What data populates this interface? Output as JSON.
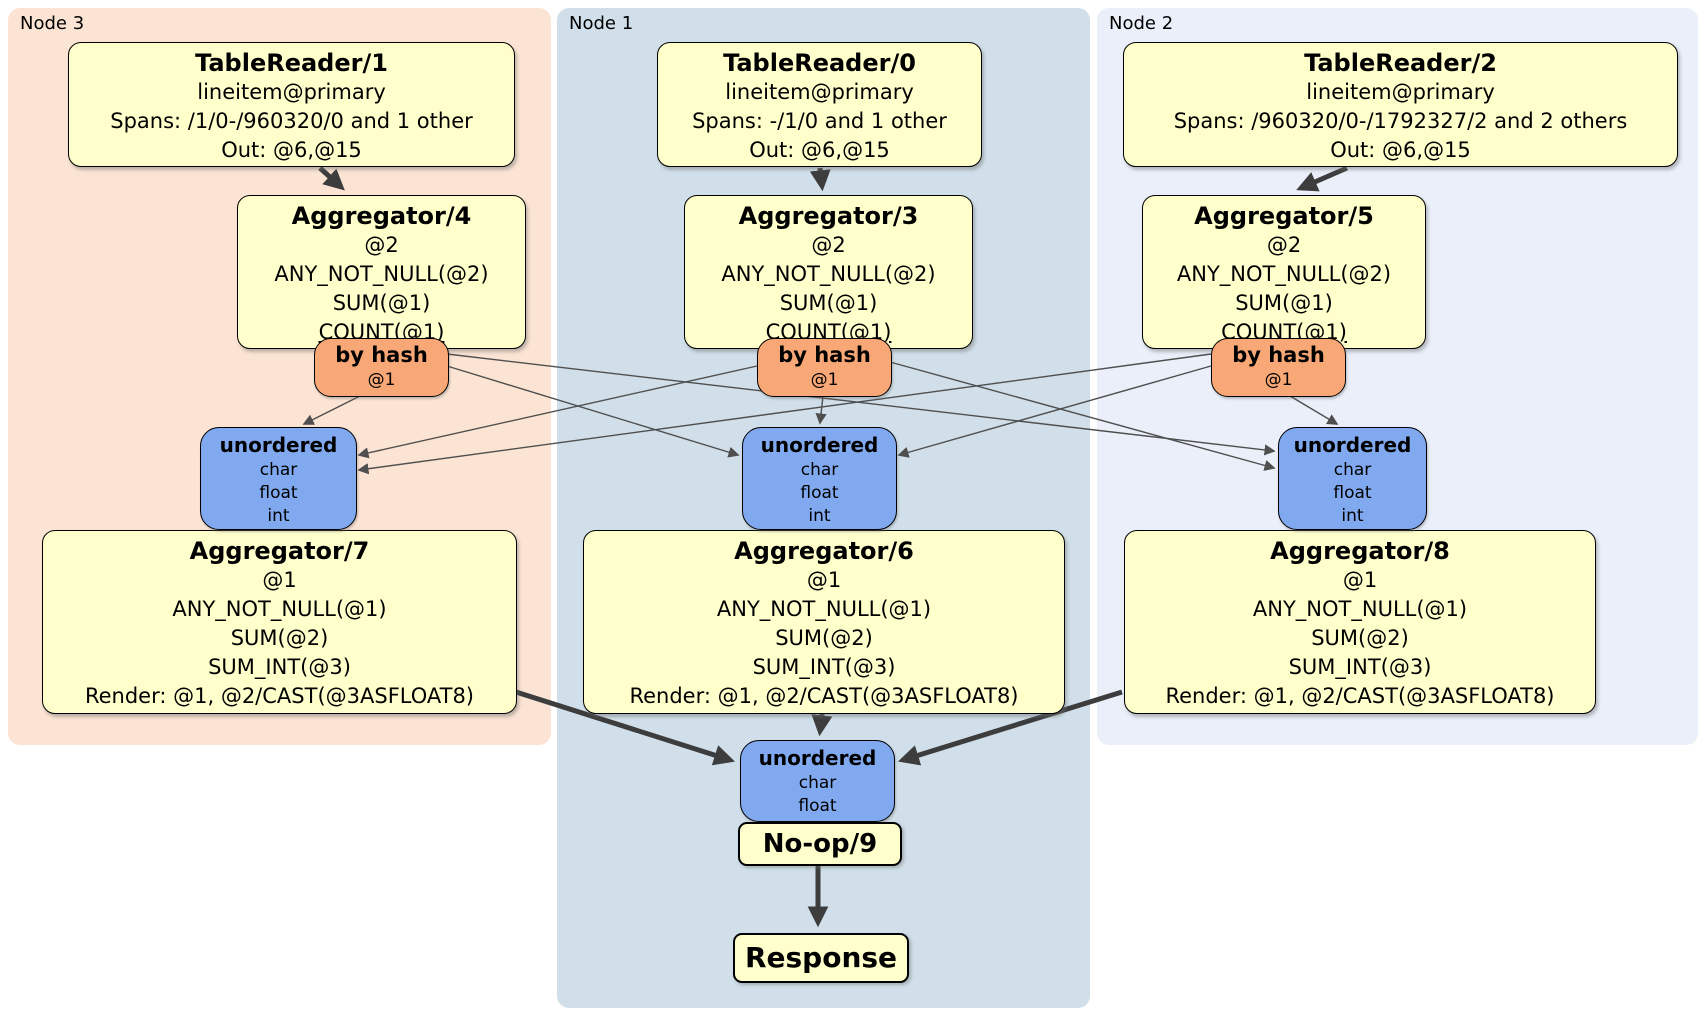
{
  "colors": {
    "page-bg": "#ffffff",
    "node3-bg": "#fce4d4",
    "node1-bg": "#d0dfe9",
    "node2-bg": "#eaeffa",
    "proc-bg": "#ffffcc",
    "hash-bg": "#f8a876",
    "sync-bg": "#80a9f0",
    "edge-thin": "#4f4f4f",
    "edge-thick": "#3d3d3d"
  },
  "panels": {
    "node3": {
      "label": "Node 3"
    },
    "node1": {
      "label": "Node 1"
    },
    "node2": {
      "label": "Node 2"
    }
  },
  "tr1": {
    "title": "TableReader/1",
    "lines": [
      "lineitem@primary",
      "Spans: /1/0-/960320/0 and 1 other",
      "Out: @6,@15"
    ]
  },
  "tr0": {
    "title": "TableReader/0",
    "lines": [
      "lineitem@primary",
      "Spans: -/1/0 and 1 other",
      "Out: @6,@15"
    ]
  },
  "tr2": {
    "title": "TableReader/2",
    "lines": [
      "lineitem@primary",
      "Spans: /960320/0-/1792327/2 and 2 others",
      "Out: @6,@15"
    ]
  },
  "agg4": {
    "title": "Aggregator/4",
    "lines": [
      "@2",
      "ANY_NOT_NULL(@2)",
      "SUM(@1)",
      "COUNT(@1)"
    ]
  },
  "agg3": {
    "title": "Aggregator/3",
    "lines": [
      "@2",
      "ANY_NOT_NULL(@2)",
      "SUM(@1)",
      "COUNT(@1)"
    ]
  },
  "agg5": {
    "title": "Aggregator/5",
    "lines": [
      "@2",
      "ANY_NOT_NULL(@2)",
      "SUM(@1)",
      "COUNT(@1)"
    ]
  },
  "hash3": {
    "title": "by hash",
    "sub": "@1"
  },
  "hash1": {
    "title": "by hash",
    "sub": "@1"
  },
  "hash2": {
    "title": "by hash",
    "sub": "@1"
  },
  "sync3": {
    "title": "unordered",
    "lines": [
      "char",
      "float",
      "int"
    ]
  },
  "sync1": {
    "title": "unordered",
    "lines": [
      "char",
      "float",
      "int"
    ]
  },
  "sync2": {
    "title": "unordered",
    "lines": [
      "char",
      "float",
      "int"
    ]
  },
  "agg7": {
    "title": "Aggregator/7",
    "lines": [
      "@1",
      "ANY_NOT_NULL(@1)",
      "SUM(@2)",
      "SUM_INT(@3)",
      "Render: @1, @2/CAST(@3ASFLOAT8)"
    ]
  },
  "agg6": {
    "title": "Aggregator/6",
    "lines": [
      "@1",
      "ANY_NOT_NULL(@1)",
      "SUM(@2)",
      "SUM_INT(@3)",
      "Render: @1, @2/CAST(@3ASFLOAT8)"
    ]
  },
  "agg8": {
    "title": "Aggregator/8",
    "lines": [
      "@1",
      "ANY_NOT_NULL(@1)",
      "SUM(@2)",
      "SUM_INT(@3)",
      "Render: @1, @2/CAST(@3ASFLOAT8)"
    ]
  },
  "syncFinal": {
    "title": "unordered",
    "lines": [
      "char",
      "float"
    ]
  },
  "noop": {
    "title": "No-op/9"
  },
  "response": {
    "title": "Response"
  }
}
